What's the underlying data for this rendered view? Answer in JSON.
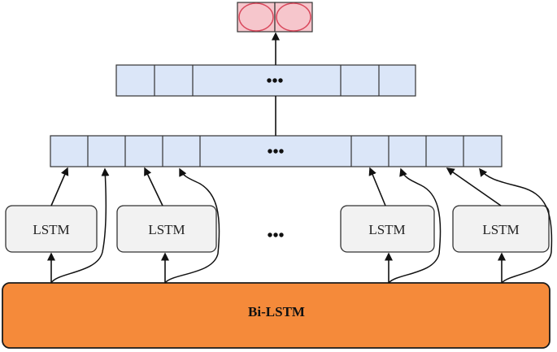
{
  "diagram": {
    "output_layer": {
      "cell_count": 2,
      "colors": {
        "fill": "#f6c6cc",
        "circle_stroke": "#d9485c",
        "border": "#333333"
      }
    },
    "hidden_layer": {
      "left_cells": 2,
      "right_cells": 2,
      "ellipsis": "•••",
      "colors": {
        "fill": "#dbe6f8",
        "border": "#333333"
      }
    },
    "concat_layer": {
      "left_cells": 4,
      "right_cells": 4,
      "ellipsis": "•••",
      "colors": {
        "fill": "#dbe6f8",
        "border": "#333333"
      }
    },
    "lstm_cells": [
      {
        "label": "LSTM"
      },
      {
        "label": "LSTM"
      },
      {
        "label": "LSTM"
      },
      {
        "label": "LSTM"
      }
    ],
    "lstm_ellipsis": "•••",
    "lstm_colors": {
      "fill": "#f2f2f2",
      "border": "#333333"
    },
    "bilstm": {
      "label": "Bi-LSTM",
      "colors": {
        "fill": "#f58a3a",
        "border": "#1a1a1a"
      }
    }
  }
}
